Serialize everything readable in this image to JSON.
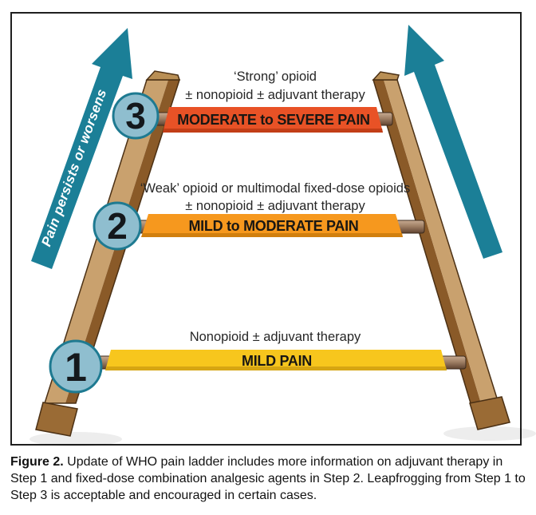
{
  "figure": {
    "arrow_label": "Pain persists or worsens",
    "steps": [
      {
        "number": "1",
        "note_line1": "Nonopioid ± adjuvant therapy",
        "note_line2": "",
        "bar_label": "MILD PAIN"
      },
      {
        "number": "2",
        "note_line1": "‘Weak’ opioid or multimodal fixed-dose opioids",
        "note_line2": "± nonopioid ± adjuvant therapy",
        "bar_label": "MILD to MODERATE PAIN"
      },
      {
        "number": "3",
        "note_line1": "‘Strong’ opioid",
        "note_line2": "± nonopioid ± adjuvant therapy",
        "bar_label": "MODERATE to SEVERE PAIN"
      }
    ],
    "colors": {
      "arrow": "#1B7F97",
      "bar_step1": "#F7C61D",
      "bar_step2": "#F6981E",
      "bar_step3": "#E85226",
      "bar_step1_shade": "#D6A513",
      "bar_step2_shade": "#D17F0E",
      "bar_step3_shade": "#C23E17",
      "circle_fill": "#8FBECF",
      "circle_border": "#1E7A91",
      "wood_light": "#C9A16E",
      "wood_dark": "#8A5A28"
    }
  },
  "caption": {
    "label": "Figure 2.",
    "text": "Update of WHO pain ladder includes more information on adjuvant therapy in Step 1 and fixed-dose combination analgesic agents in Step 2. Leapfrogging from Step 1 to Step 3 is acceptable and encouraged in certain cases."
  }
}
